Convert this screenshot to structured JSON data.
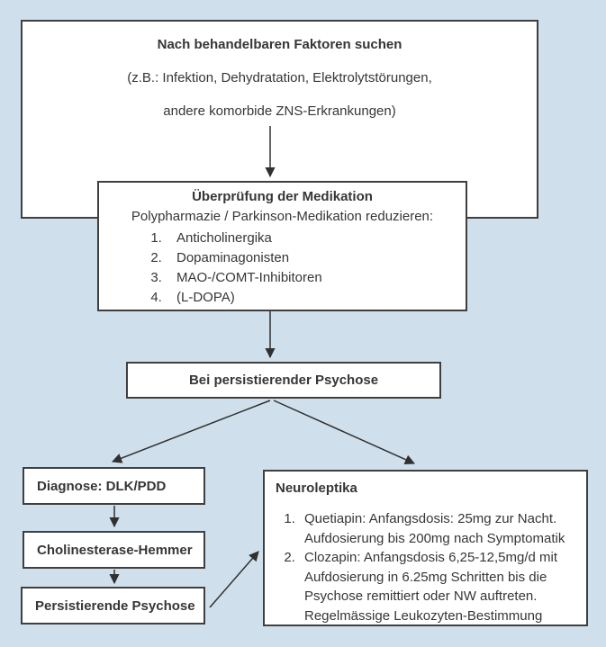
{
  "palette": {
    "background": "#cfe0ec",
    "box_fill": "#ffffff",
    "border": "#3f3f3f",
    "text": "#363636",
    "arrow": "#303030"
  },
  "flowchart": {
    "treatable_factors": {
      "title": "Nach behandelbaren Faktoren suchen",
      "line1": "(z.B.: Infektion, Dehydratation, Elektrolytstörungen,",
      "line2": "andere komorbide ZNS-Erkrankungen)"
    },
    "medication_review": {
      "title": "Überprüfung der Medikation",
      "subtitle": "Polypharmazie / Parkinson-Medikation reduzieren:",
      "items": [
        "Anticholinergika",
        "Dopaminagonisten",
        "MAO-/COMT-Inhibitoren",
        "(L-DOPA)"
      ]
    },
    "persistent_psychosis_gate": {
      "title": "Bei persistierender Psychose"
    },
    "diagnosis": {
      "title": "Diagnose: DLK/PDD"
    },
    "cholinesterase": {
      "title": "Cholinesterase-Hemmer"
    },
    "persistent_psychosis": {
      "title": "Persistierende Psychose"
    },
    "neuroleptics": {
      "title": "Neuroleptika",
      "items": [
        "Quetiapin: Anfangsdosis: 25mg zur Nacht. Aufdosierung bis 200mg nach Symptomatik",
        "Clozapin: Anfangsdosis 6,25-12,5mg/d mit Aufdosierung in 6.25mg Schritten bis die Psychose remittiert oder NW auftreten. Regelmässige Leukozyten-Bestimmung"
      ]
    }
  }
}
